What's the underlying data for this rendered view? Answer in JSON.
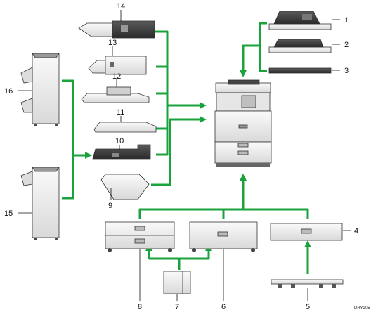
{
  "callouts": {
    "n1": "1",
    "n2": "2",
    "n3": "3",
    "n4": "4",
    "n5": "5",
    "n6": "6",
    "n7": "7",
    "n8": "8",
    "n9": "9",
    "n10": "10",
    "n11": "11",
    "n12": "12",
    "n13": "13",
    "n14": "14",
    "n15": "15",
    "n16": "16"
  },
  "figure_code": "DRY205",
  "colors": {
    "arrow": "#1aa33c",
    "device_light": "#f2f2f2",
    "device_dark": "#3a3a3a"
  }
}
